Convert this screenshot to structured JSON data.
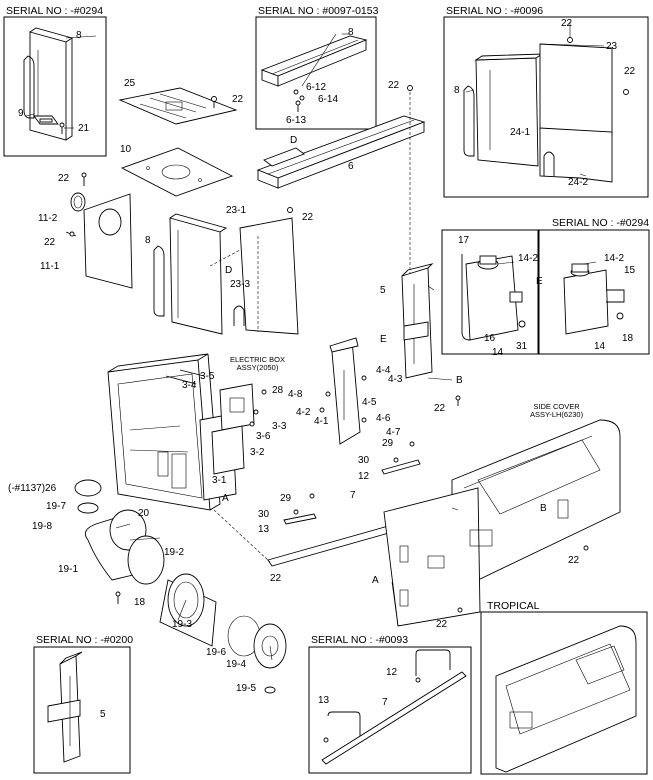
{
  "insets": {
    "top_left": {
      "title": "SERIAL NO : -#0294"
    },
    "top_middle": {
      "title": "SERIAL NO : #0097-0153"
    },
    "top_right": {
      "title": "SERIAL NO : -#0096"
    },
    "mid_right": {
      "title": "SERIAL NO : -#0294"
    },
    "bottom_left": {
      "title": "SERIAL NO : -#0200"
    },
    "bottom_middle": {
      "title": "SERIAL NO : -#0093"
    },
    "bottom_right": {
      "title": "TROPICAL"
    }
  },
  "notes": {
    "electric_box": [
      "ELECTRIC BOX",
      "ASSY(2050)"
    ],
    "side_cover": [
      "SIDE COVER",
      "ASSY-LH(6230)"
    ]
  },
  "callouts": [
    "8",
    "9",
    "21",
    "8",
    "6-12",
    "6-14",
    "6-13",
    "22",
    "23",
    "22",
    "8",
    "24-1",
    "24-2",
    "25",
    "22",
    "10",
    "22",
    "22",
    "6",
    "D",
    "11-2",
    "22",
    "11-1",
    "23-1",
    "22",
    "8",
    "D",
    "23-3",
    "17",
    "14-2",
    "E",
    "16",
    "14",
    "31",
    "14-2",
    "15",
    "14",
    "18",
    "5",
    "E",
    "B",
    "22",
    "3-5",
    "3-4",
    "28",
    "3-3",
    "3-6",
    "3-2",
    "3-1",
    "A",
    "4-8",
    "4-4",
    "4-3",
    "4-2",
    "4-5",
    "4-1",
    "4-6",
    "4-7",
    "29",
    "30",
    "12",
    "7",
    "29",
    "30",
    "13",
    "(-#1137)26",
    "19-7",
    "19-8",
    "20",
    "19-2",
    "19-1",
    "18",
    "22",
    "19-3",
    "19-6",
    "19-4",
    "19-5",
    "B",
    "22",
    "A",
    "22",
    "5",
    "12",
    "13",
    "7"
  ]
}
